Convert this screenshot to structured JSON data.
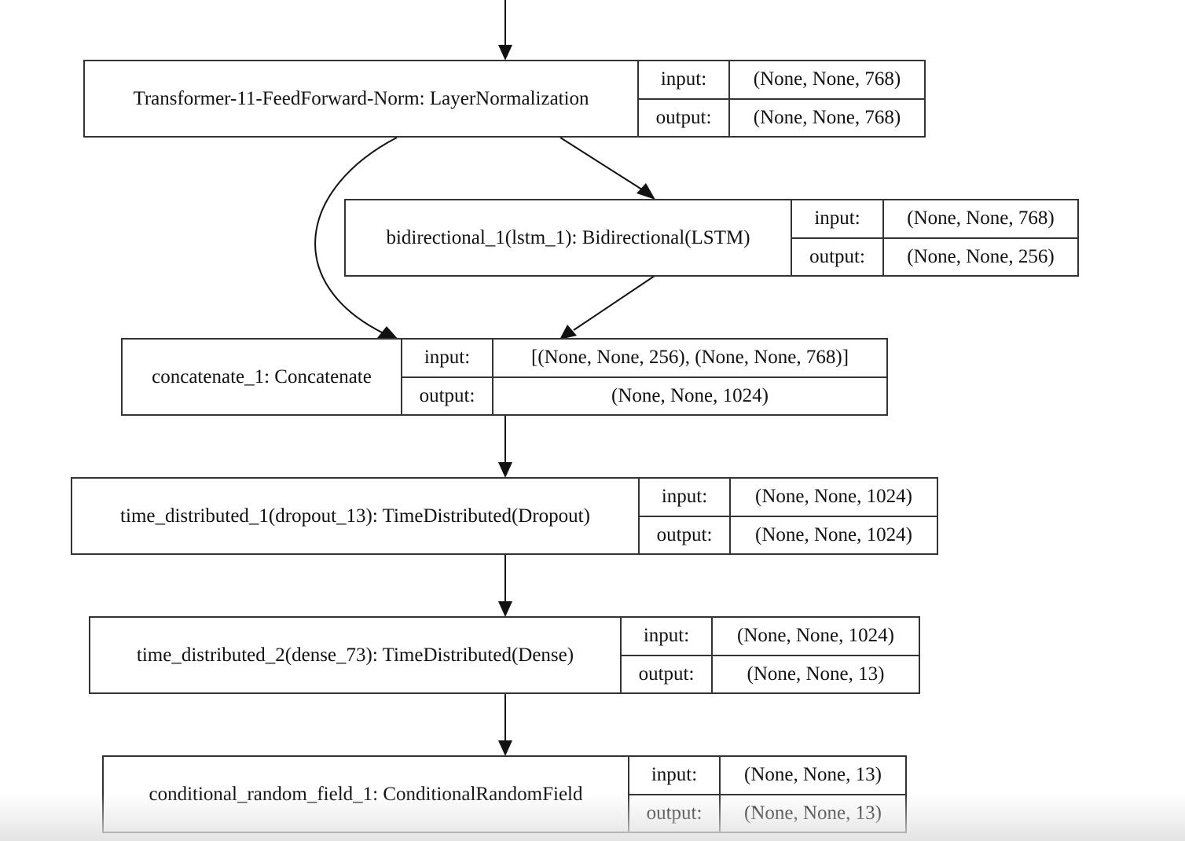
{
  "diagram": {
    "nodes": [
      {
        "id": "transformer_norm",
        "name": "Transformer-11-FeedForward-Norm: LayerNormalization",
        "input_label": "input:",
        "input": "(None, None, 768)",
        "output_label": "output:",
        "output": "(None, None, 768)"
      },
      {
        "id": "bidirectional_1",
        "name": "bidirectional_1(lstm_1): Bidirectional(LSTM)",
        "input_label": "input:",
        "input": "(None, None, 768)",
        "output_label": "output:",
        "output": "(None, None, 256)"
      },
      {
        "id": "concatenate_1",
        "name": "concatenate_1: Concatenate",
        "input_label": "input:",
        "input": "[(None, None, 256), (None, None, 768)]",
        "output_label": "output:",
        "output": "(None, None, 1024)"
      },
      {
        "id": "time_distributed_1",
        "name": "time_distributed_1(dropout_13): TimeDistributed(Dropout)",
        "input_label": "input:",
        "input": "(None, None, 1024)",
        "output_label": "output:",
        "output": "(None, None, 1024)"
      },
      {
        "id": "time_distributed_2",
        "name": "time_distributed_2(dense_73): TimeDistributed(Dense)",
        "input_label": "input:",
        "input": "(None, None, 1024)",
        "output_label": "output:",
        "output": "(None, None, 13)"
      },
      {
        "id": "crf_1",
        "name": "conditional_random_field_1: ConditionalRandomField",
        "input_label": "input:",
        "input": "(None, None, 13)",
        "output_label": "output:",
        "output": "(None, None, 13)"
      }
    ],
    "edges": [
      {
        "from": "previous_layer",
        "to": "transformer_norm"
      },
      {
        "from": "transformer_norm",
        "to": "bidirectional_1"
      },
      {
        "from": "transformer_norm",
        "to": "concatenate_1"
      },
      {
        "from": "bidirectional_1",
        "to": "concatenate_1"
      },
      {
        "from": "concatenate_1",
        "to": "time_distributed_1"
      },
      {
        "from": "time_distributed_1",
        "to": "time_distributed_2"
      },
      {
        "from": "time_distributed_2",
        "to": "crf_1"
      }
    ]
  }
}
